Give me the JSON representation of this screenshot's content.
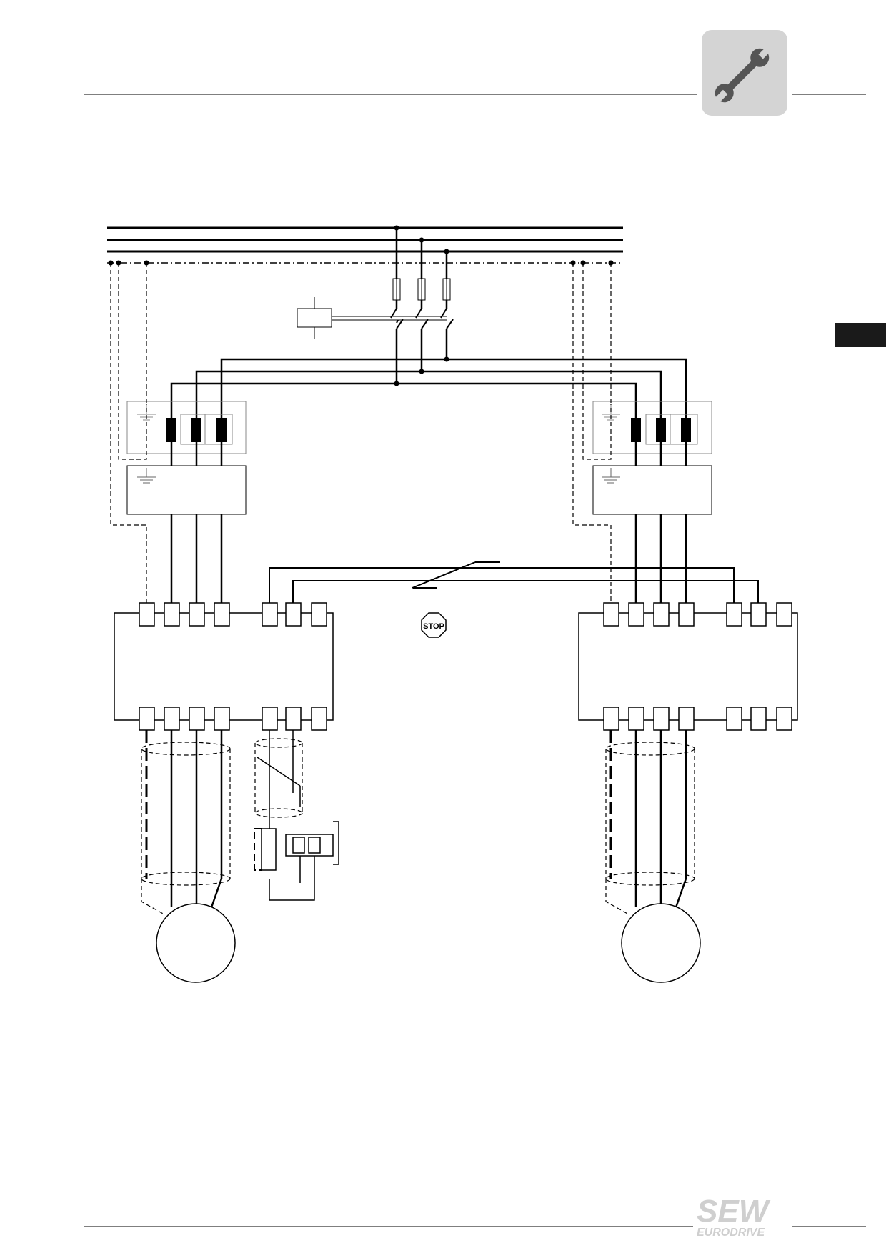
{
  "header": {
    "icon": "wrench-icon",
    "icon_bg_color": "#d4d4d4",
    "chapter_marker_color": "#1a1a1a"
  },
  "diagram": {
    "stop_sign_label": "STOP",
    "line_color": "#000000",
    "shield_line_style": "dashed",
    "drives": [
      {
        "side": "left",
        "motor": "motor-left",
        "braking_resistor": true
      },
      {
        "side": "right",
        "motor": "motor-right",
        "braking_resistor": false
      }
    ]
  },
  "footer": {
    "logo_main": "SEW",
    "logo_sub": "EURODRIVE",
    "logo_color": "#cfcfcf"
  }
}
